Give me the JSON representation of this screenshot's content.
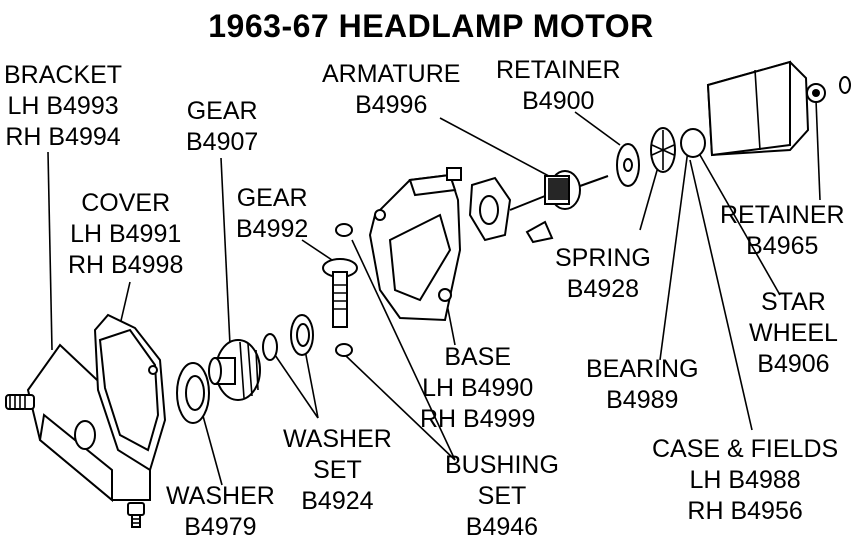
{
  "title": "1963-67 HEADLAMP MOTOR",
  "labels": {
    "bracket": [
      "BRACKET",
      "LH B4993",
      "RH B4994"
    ],
    "gear_b4907": [
      "GEAR",
      "B4907"
    ],
    "cover": [
      "COVER",
      "LH B4991",
      "RH B4998"
    ],
    "gear_b4992": [
      "GEAR",
      "B4992"
    ],
    "armature": [
      "ARMATURE",
      "B4996"
    ],
    "retainer_b4900": [
      "RETAINER",
      "B4900"
    ],
    "retainer_b4965": [
      "RETAINER",
      "B4965"
    ],
    "spring": [
      "SPRING",
      "B4928"
    ],
    "star_wheel": [
      "STAR",
      "WHEEL",
      "B4906"
    ],
    "base": [
      "BASE",
      "LH B4990",
      "RH B4999"
    ],
    "bearing": [
      "BEARING",
      "B4989"
    ],
    "washer_set": [
      "WASHER",
      "SET",
      "B4924"
    ],
    "bushing_set": [
      "BUSHING",
      "SET",
      "B4946"
    ],
    "case_fields": [
      "CASE & FIELDS",
      "LH B4988",
      "RH B4956"
    ],
    "washer": [
      "WASHER",
      "B4979"
    ]
  }
}
